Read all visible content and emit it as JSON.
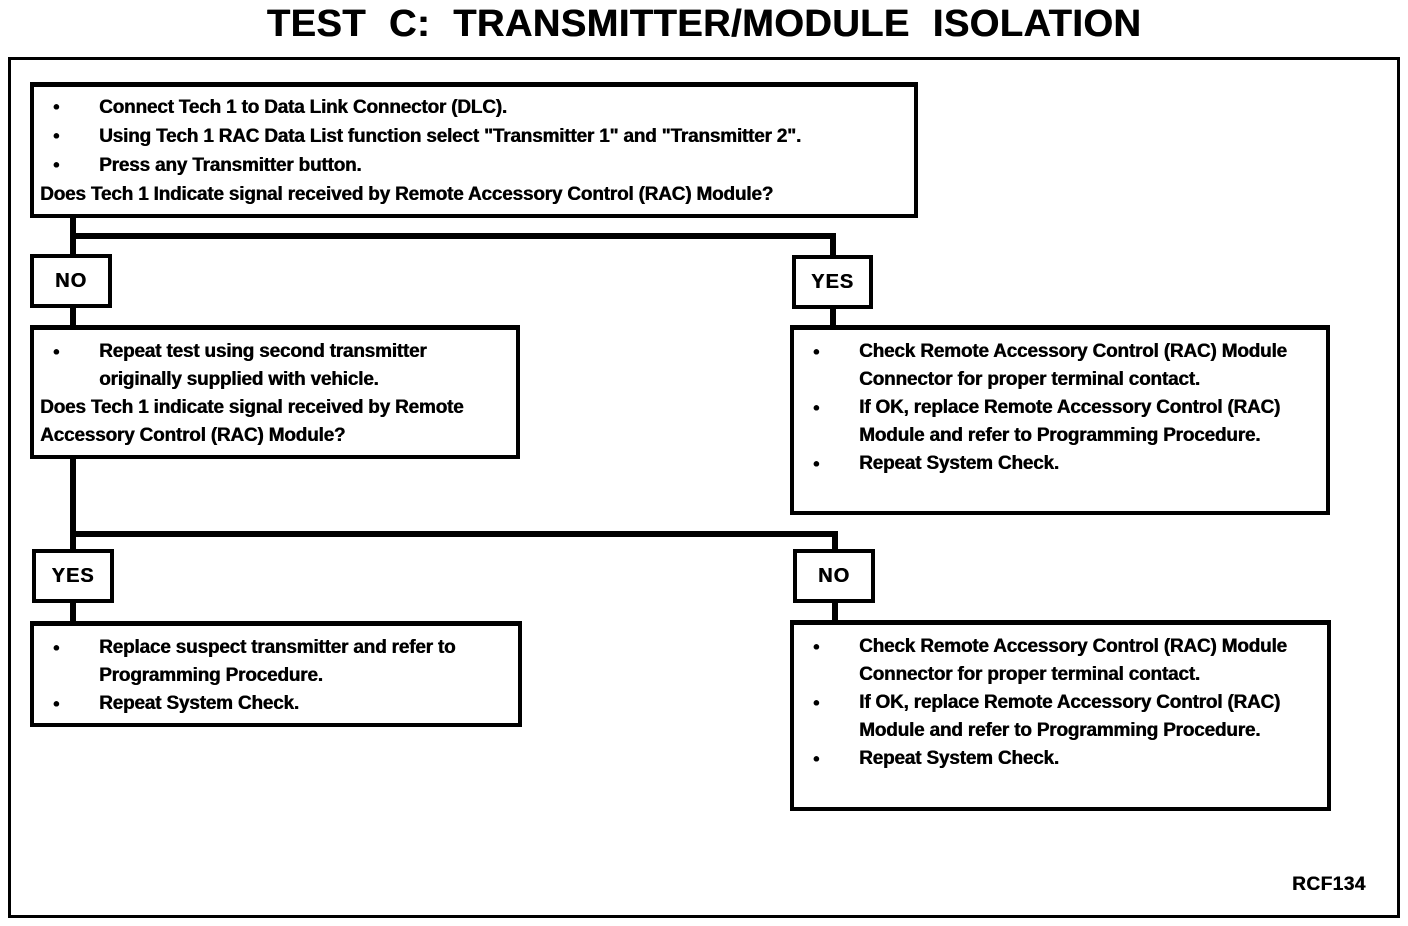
{
  "title": "TEST C: TRANSMITTER/MODULE ISOLATION",
  "figure_code": "RCF134",
  "flowchart": {
    "start": {
      "bullets": [
        "Connect Tech 1 to Data Link Connector (DLC).",
        "Using Tech 1 RAC Data List function select \"Transmitter 1\" and \"Transmitter 2\".",
        "Press any Transmitter button."
      ],
      "question": "Does Tech 1 Indicate signal received by Remote Accessory Control (RAC) Module?"
    },
    "branch1": {
      "no_label": "NO",
      "yes_label": "YES"
    },
    "repeat_test": {
      "bullets": [
        "Repeat test using second transmitter originally supplied with vehicle."
      ],
      "question": "Does Tech 1 indicate signal received by Remote Accessory Control (RAC) Module?"
    },
    "rac_check_yes": {
      "bullets": [
        "Check Remote Accessory Control (RAC) Module Connector for proper terminal contact.",
        "If OK, replace Remote Accessory Control (RAC) Module and refer to Programming Procedure.",
        "Repeat System Check."
      ]
    },
    "branch2": {
      "yes_label": "YES",
      "no_label": "NO"
    },
    "replace_transmitter": {
      "bullets": [
        "Replace suspect transmitter and refer to Programming Procedure.",
        "Repeat System Check."
      ]
    },
    "rac_check_no": {
      "bullets": [
        "Check Remote Accessory Control (RAC) Module Connector for proper terminal contact.",
        "If OK, replace Remote Accessory Control (RAC) Module and refer to Programming Procedure.",
        "Repeat System Check."
      ]
    }
  }
}
